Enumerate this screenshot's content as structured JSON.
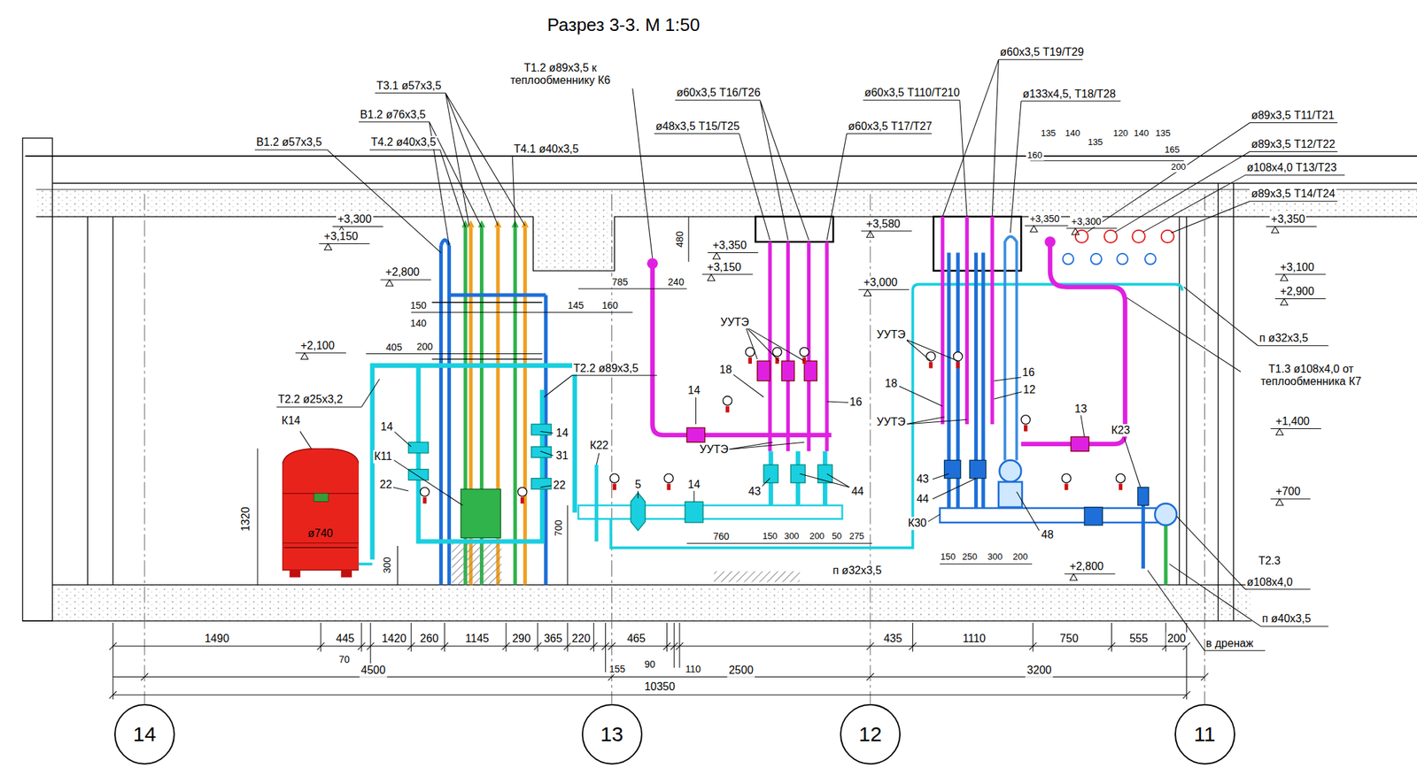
{
  "diagram": {
    "title": "Разрез 3-3. М 1:50",
    "nodes": [
      {
        "text": [
          "К14",
          "ø740"
        ]
      },
      {
        "text": [
          "14"
        ]
      },
      {
        "text": [
          "13"
        ]
      },
      {
        "text": [
          "12"
        ]
      },
      {
        "text": [
          "11"
        ]
      }
    ],
    "labels": [
      "Т3.1 ø57х3,5",
      "В1.2 ø76х3,5",
      "В1.2 ø57х3,5",
      "Т4.2 ø40х3,5",
      "Т4.1 ø40х3,5",
      "Т1.2 ø89х3,5 к теплообменнику К6",
      "ø60х3,5 Т16/Т26",
      "ø48х3,5 Т15/Т25",
      "ø60х3,5 Т17/Т27",
      "ø60х3,5 Т110/Т210",
      "ø60х3,5 Т19/Т29",
      "ø133х4,5, Т18/Т28",
      "ø89х3,5 Т11/Т21",
      "ø89х3,5 Т12/Т22",
      "ø108х4,0 Т13/Т23",
      "ø89х3,5 Т14/Т24",
      "160",
      "135",
      "140",
      "135",
      "120",
      "140",
      "135",
      "165",
      "200",
      "+3,350",
      "+3,100",
      "+2,900",
      "п ø32х3,5",
      "Т1.3 ø108х4,0 от теплообменника К7",
      "+1,400",
      "+700",
      "Т2.3",
      "ø108х4,0",
      "п ø40х3,5",
      "в дренаж",
      "+3,300",
      "+3,150",
      "+2,800",
      "150",
      "140",
      "200",
      "145",
      "160",
      "+2,100",
      "405",
      "Т2.2 ø25х3,2",
      "Т2.2 ø89х3,5",
      "14",
      "К11",
      "22",
      "1320",
      "300",
      "700",
      "14",
      "31",
      "22",
      "480",
      "785",
      "240",
      "+3,350",
      "+3,150",
      "УУТЭ",
      "18",
      "14",
      "16",
      "УУТЭ",
      "43",
      "44",
      "К22",
      "5",
      "14",
      "760",
      "150",
      "300",
      "200",
      "50",
      "275",
      "п ø32х3,5",
      "+3,580",
      "+3,350",
      "+3,300",
      "+3,000",
      "УУТЭ",
      "18",
      "УУТЭ",
      "16",
      "12",
      "13",
      "43",
      "44",
      "К30",
      "48",
      "К23",
      "150",
      "250",
      "300",
      "200",
      "+2,800",
      "1490",
      "445",
      "1420",
      "260",
      "1145",
      "290",
      "365",
      "220",
      "465",
      "70",
      "4500",
      "155",
      "90",
      "110",
      "2500",
      "435",
      "1110",
      "750",
      "555",
      "200",
      "3200",
      "10350"
    ]
  }
}
